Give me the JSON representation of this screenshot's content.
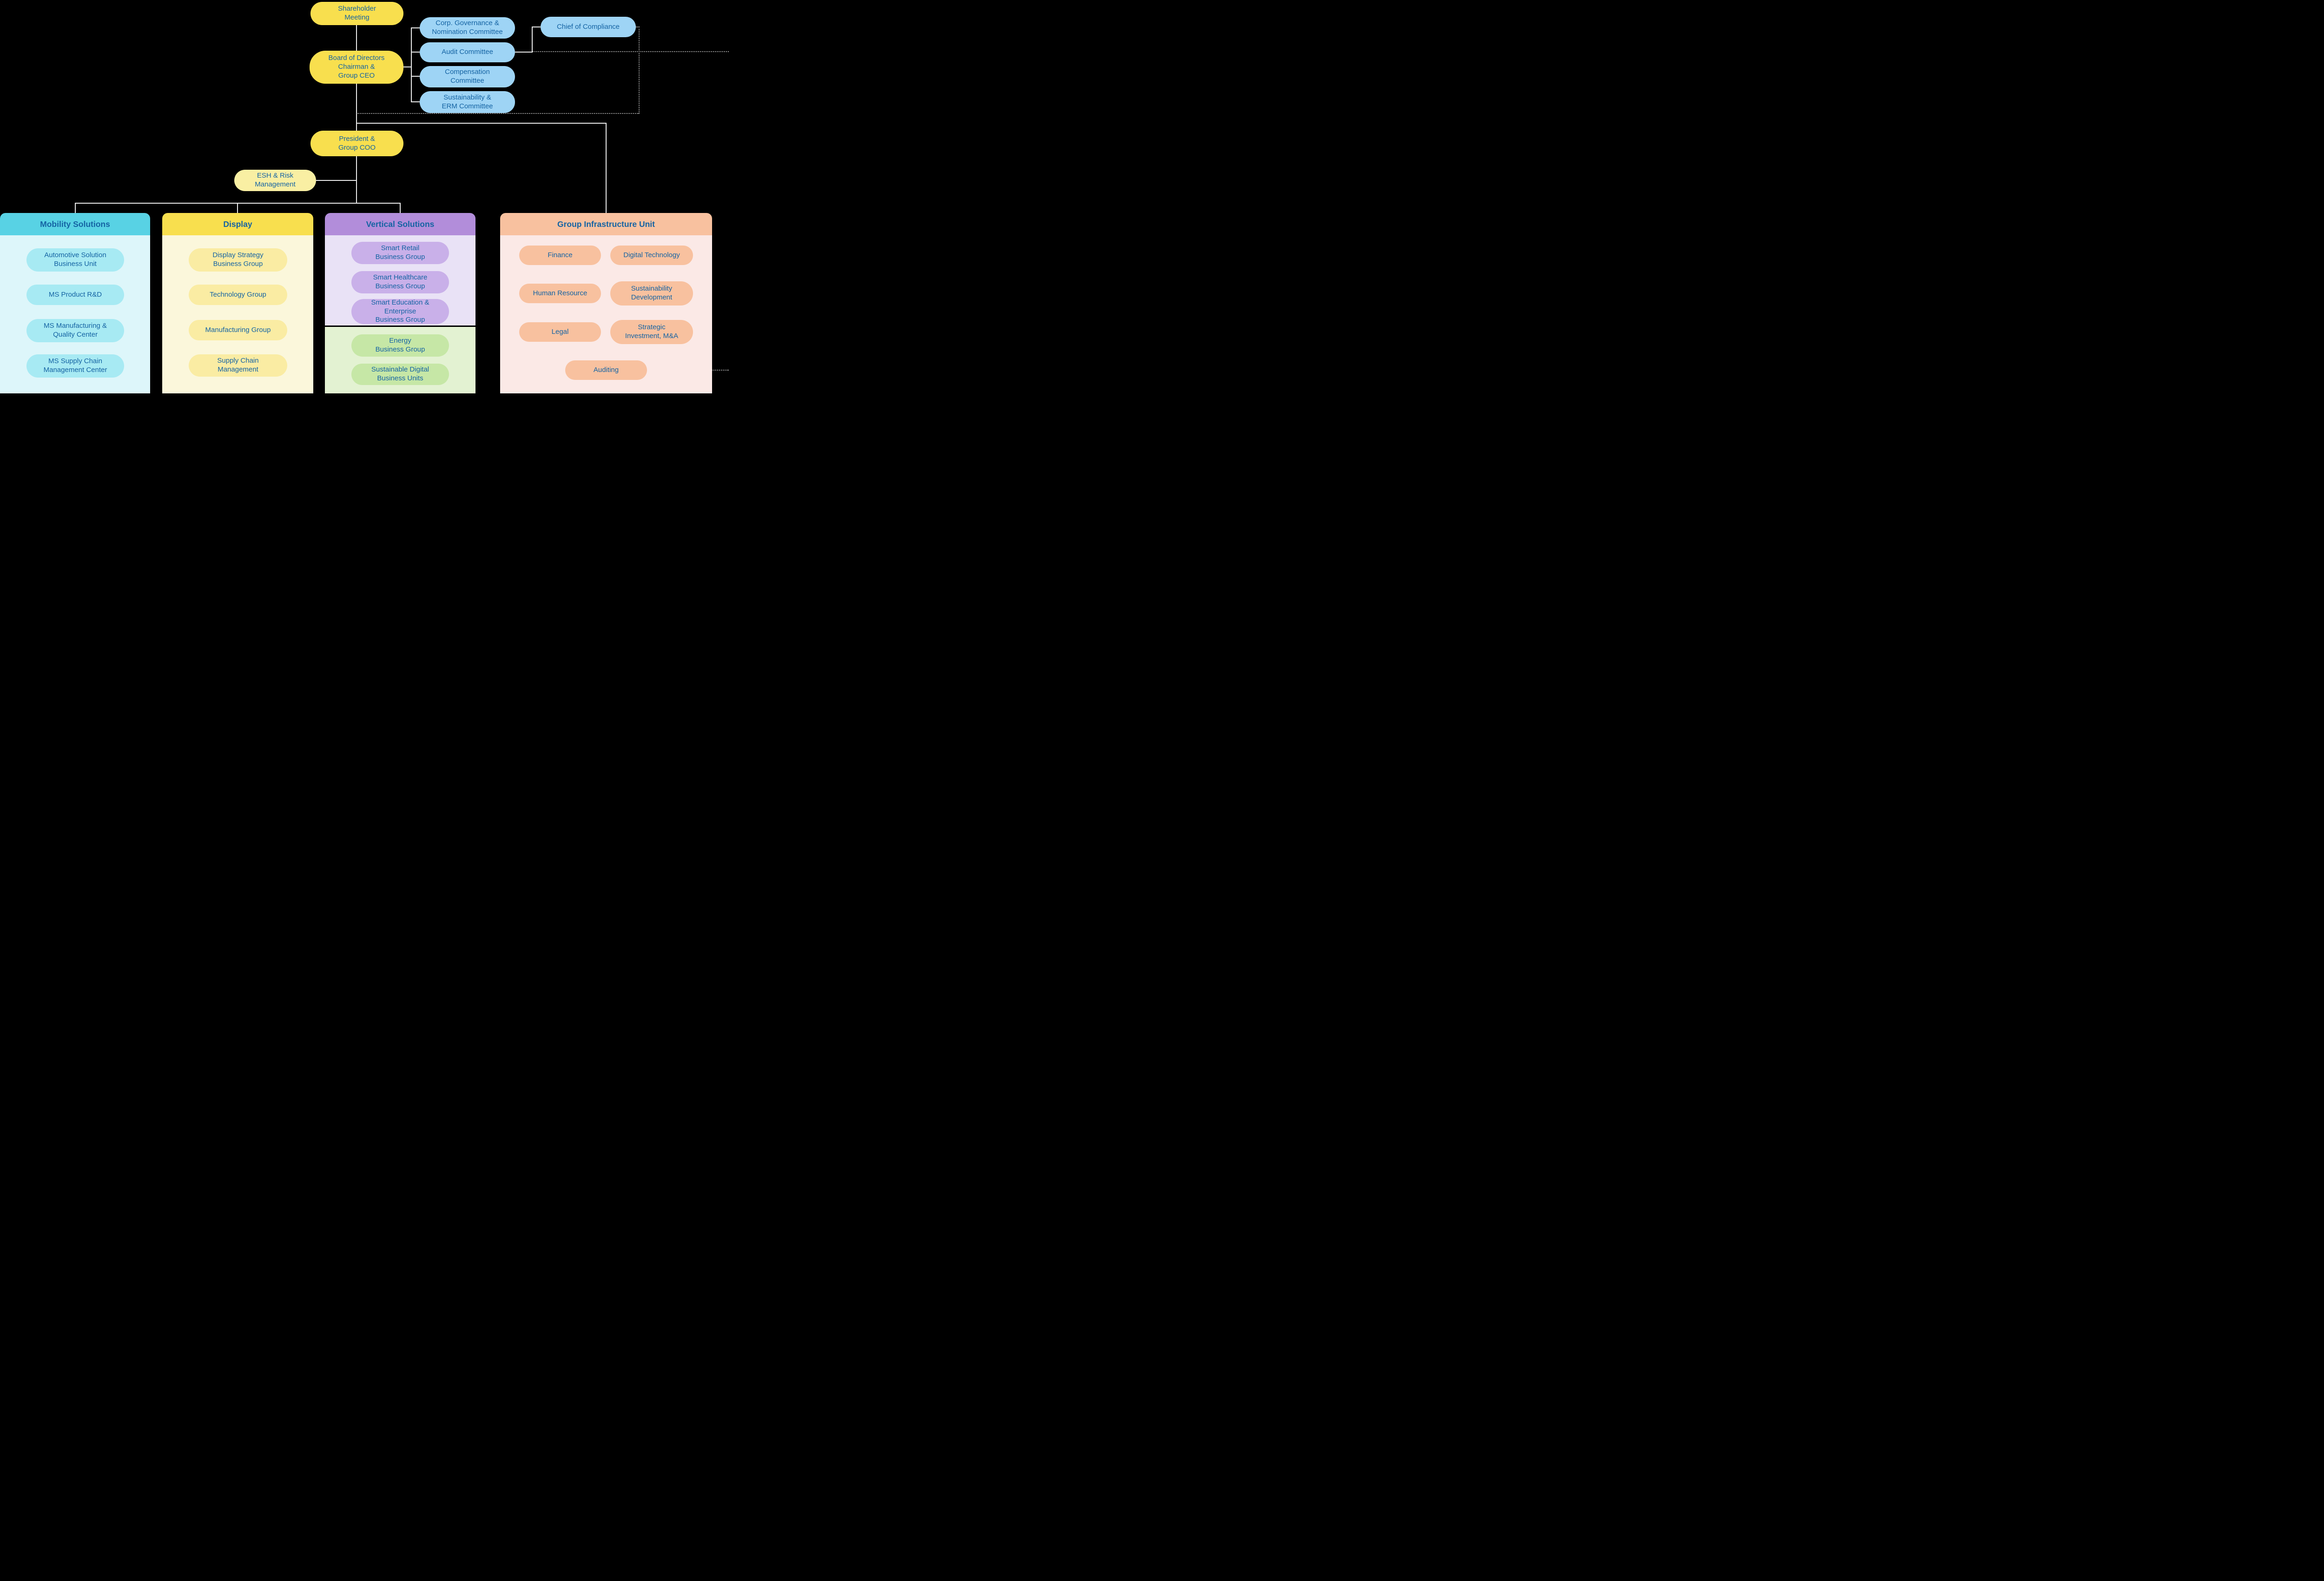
{
  "colors": {
    "yellow": "#F8DF4E",
    "yellow-light": "#F9EFA3",
    "yellow-item": "#FAECA3",
    "yellow-panel": "#FBF7DB",
    "blue": "#9ED4F5",
    "cyan": "#58D2E4",
    "cyan-item": "#A7EAF3",
    "cyan-panel": "#DDF6FA",
    "purple": "#B28DDA",
    "purple-item": "#C9B0E9",
    "purple-panel": "#E9E2F6",
    "green-item": "#C6E7A6",
    "green-panel": "#E3F2D2",
    "orange": "#F8C19F",
    "orange-item": "#F8C19F",
    "orange-panel": "#FBE9E6",
    "text": "#1463A3",
    "line": "#ECECEC",
    "dotted": "#9E9E9E"
  },
  "org": {
    "shareholder": "Shareholder\nMeeting",
    "board": "Board of Directors\nChairman &\nGroup CEO",
    "president": "President &\nGroup COO",
    "esh": "ESH & Risk\nManagement",
    "chief_compliance": "Chief of Compliance"
  },
  "committees": [
    "Corp. Governance &\nNomination Committee",
    "Audit Committee",
    "Compensation\nCommittee",
    "Sustainability &\nERM Committee"
  ],
  "divisions": [
    {
      "title": "Mobility Solutions",
      "items": [
        "Automotive Solution\nBusiness Unit",
        "MS Product R&D",
        "MS Manufacturing &\nQuality Center",
        "MS Supply Chain\nManagement Center"
      ]
    },
    {
      "title": "Display",
      "items": [
        "Display Strategy\nBusiness Group",
        "Technology Group",
        "Manufacturing Group",
        "Supply Chain\nManagement"
      ]
    },
    {
      "title": "Vertical Solutions",
      "items": [
        "Smart Retail\nBusiness Group",
        "Smart Healthcare\nBusiness Group",
        "Smart Education &\nEnterprise\nBusiness Group"
      ],
      "green_items": [
        "Energy\nBusiness Group",
        "Sustainable Digital\nBusiness Units"
      ]
    },
    {
      "title": "Group Infrastructure Unit",
      "items": [
        "Finance",
        "Digital Technology",
        "Human Resource",
        "Sustainability\nDevelopment",
        "Legal",
        "Strategic\nInvestment, M&A",
        "Auditing"
      ]
    }
  ]
}
